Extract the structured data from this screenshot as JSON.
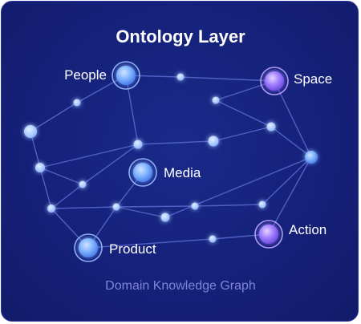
{
  "title": "Ontology Layer",
  "caption": "Domain Knowledge Graph",
  "colors": {
    "background": "#15217a",
    "edge": "#5566cc",
    "blue_node": "#7fb2ff",
    "purple_node": "#a07cff",
    "label": "#ffffff",
    "caption": "#7d86d6"
  },
  "graph": {
    "labeled_nodes": [
      {
        "id": "people",
        "label": "People",
        "color": "blue"
      },
      {
        "id": "space",
        "label": "Space",
        "color": "purple"
      },
      {
        "id": "media",
        "label": "Media",
        "color": "blue"
      },
      {
        "id": "action",
        "label": "Action",
        "color": "purple"
      },
      {
        "id": "product",
        "label": "Product",
        "color": "blue"
      }
    ]
  }
}
